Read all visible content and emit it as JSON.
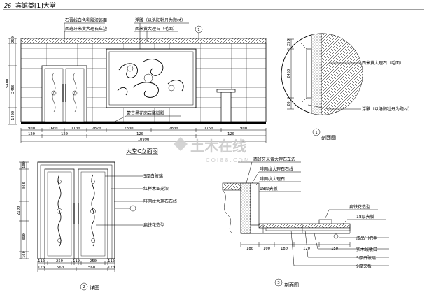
{
  "header": {
    "page_number": "26",
    "title": "宾馆类[1]大堂"
  },
  "elevation": {
    "caption": "大堂C立面图",
    "callouts": [
      "石膏线白色乳胶漆饰面",
      "西班牙米黄大理石车边",
      "浮雕（以洛阳牡丹为题材）",
      "西米黄大理石（毛面）",
      "蒙古黑花岗岩雕脚脚"
    ],
    "bubble": "1",
    "dims_bottom": [
      "900",
      "1600",
      "1100",
      "2870",
      "2800",
      "2800",
      "1750",
      "900"
    ],
    "dims_bottom2": [
      "120",
      "120",
      "120",
      "120"
    ],
    "total": "10990",
    "dims_left": [
      "250",
      "2450",
      "5400",
      "1400"
    ]
  },
  "section1": {
    "caption": "剖面图",
    "bubble": "1",
    "callouts": [
      "西米黄大理石（毛面）",
      "浮雕（以洛阳牡丹为题材）"
    ],
    "dims_left": [
      "250",
      "2450",
      "20"
    ]
  },
  "detail": {
    "caption": "详图",
    "bubble": "2",
    "callouts": [
      "5厚白玻璃",
      "红榉木亚光漆",
      "啡网纹大理石石线",
      "扁铁花造型"
    ],
    "dims_left": [
      "100",
      "860",
      "2100",
      "860",
      "160"
    ],
    "dims_bottom": [
      "110",
      "20",
      "250",
      "20",
      "110",
      "110",
      "20",
      "250",
      "20",
      "110"
    ],
    "dims_bottom2": [
      "120",
      "560",
      "560",
      "120"
    ]
  },
  "section3": {
    "caption": "剖面图",
    "bubble": "3",
    "callouts": [
      "西班牙米黄大理石车边",
      "啡网纹大理石石线",
      "啡网纹大理石",
      "18厚夹板",
      "扁铁花造型",
      "18厚夹板",
      "成品门把手",
      "实木线收口",
      "5厚白玻璃",
      "9厚夹板"
    ],
    "dims_bottom": [
      "180",
      "100",
      "180",
      "120",
      "150"
    ]
  },
  "watermark": {
    "cn": "土木在线",
    "en": "COI88.COM"
  }
}
